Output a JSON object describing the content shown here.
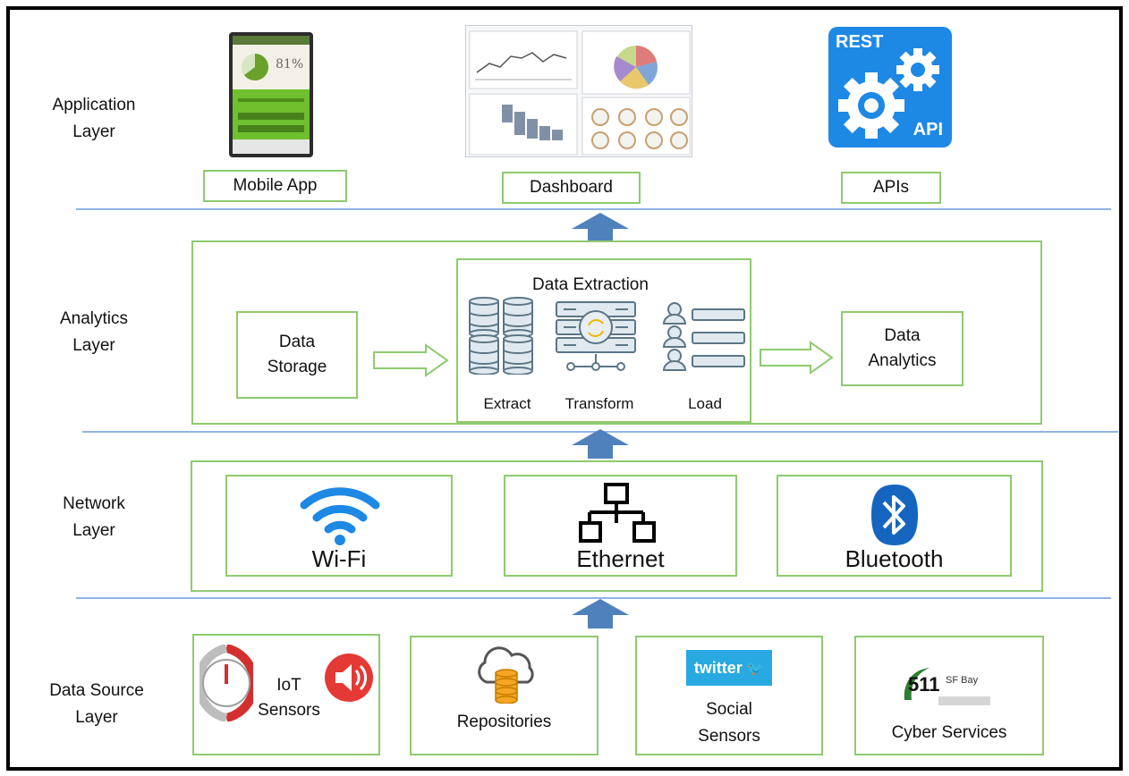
{
  "layers": {
    "application": [
      "Application",
      "Layer"
    ],
    "analytics": [
      "Analytics",
      "Layer"
    ],
    "network": [
      "Network",
      "Layer"
    ],
    "data_source": [
      "Data Source",
      "Layer"
    ]
  },
  "application": {
    "mobile_app": "Mobile App",
    "mobile_screen_percent": "81%",
    "dashboard": "Dashboard",
    "apis": "APIs",
    "rest_badge_top": "REST",
    "rest_badge_bottom": "API"
  },
  "analytics": {
    "data_storage": [
      "Data",
      "Storage"
    ],
    "data_extraction_title": "Data Extraction",
    "extract": "Extract",
    "transform": "Transform",
    "load": "Load",
    "data_analytics": [
      "Data",
      "Analytics"
    ]
  },
  "network": {
    "wifi": "Wi-Fi",
    "ethernet": "Ethernet",
    "bluetooth": "Bluetooth"
  },
  "data_source": {
    "iot_sensors": [
      "IoT",
      "Sensors"
    ],
    "repositories": "Repositories",
    "social_sensors": [
      "Social",
      "Sensors"
    ],
    "twitter_logo": "twitter",
    "cyber_services": "Cyber Services",
    "logo_511": "511",
    "logo_sfbay": "SF Bay"
  },
  "colors": {
    "box_border": "#8fca6f",
    "separator": "#8eb4e3",
    "arrow": "#4f81bd",
    "wifi": "#1e88e5",
    "bluetooth": "#1565c0",
    "rest_bg": "#1e88e5",
    "twitter_bg": "#29a9e1"
  }
}
